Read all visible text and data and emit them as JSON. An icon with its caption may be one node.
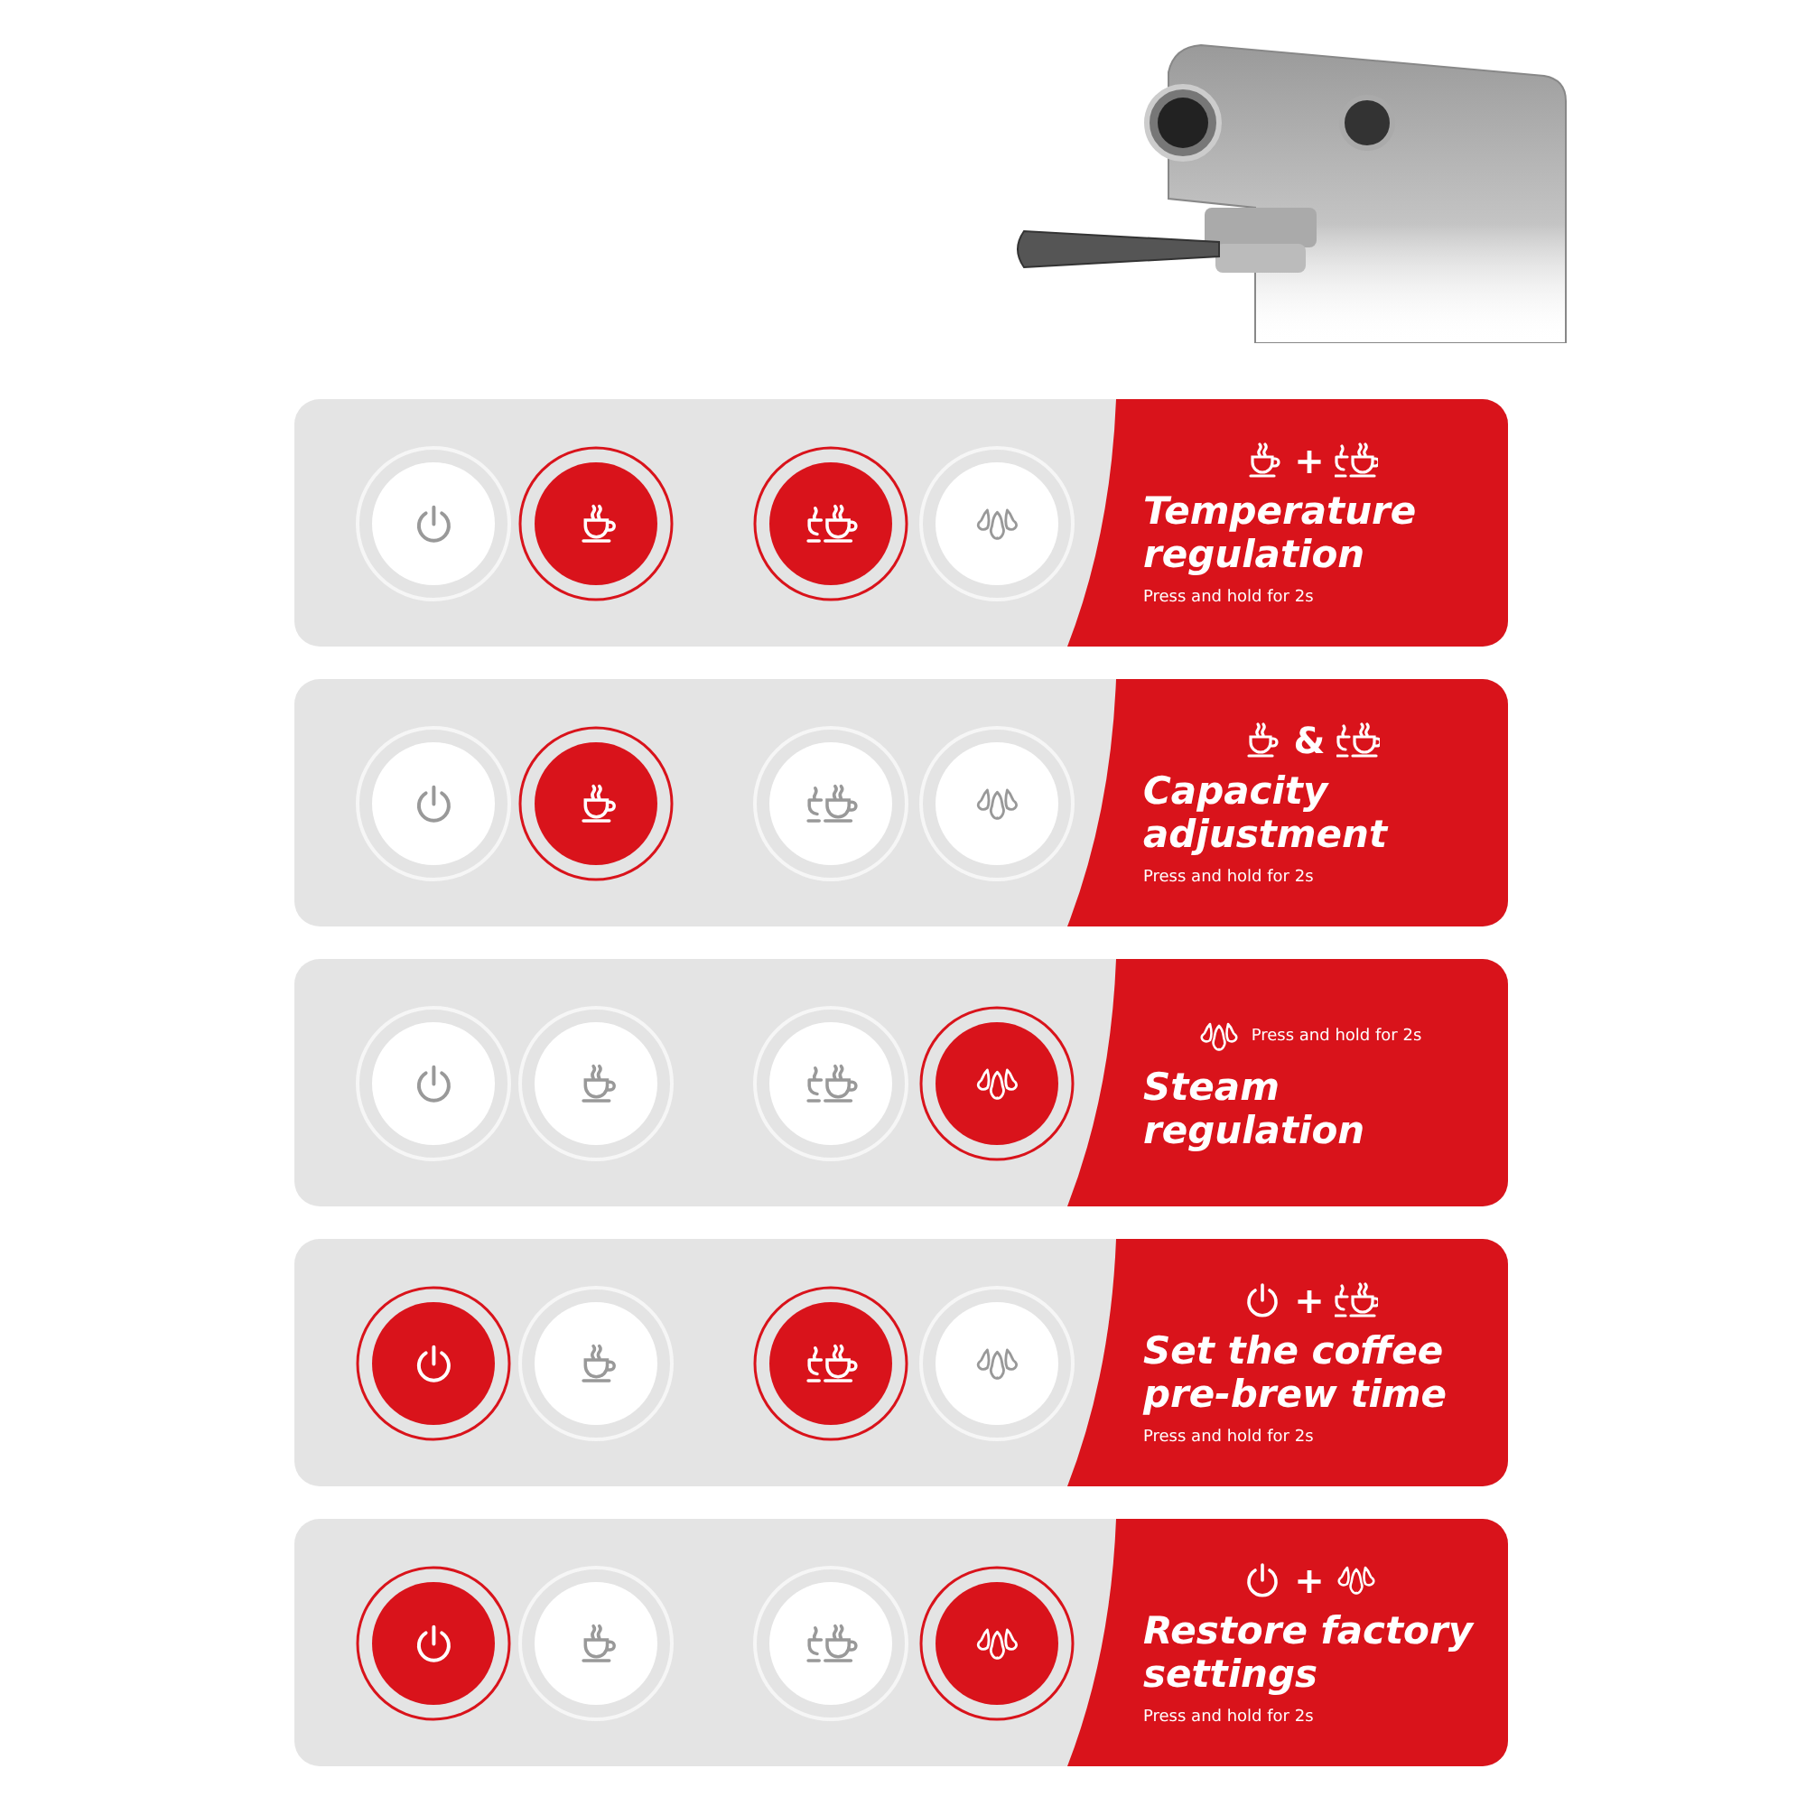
{
  "diagram": {
    "nodes": [
      {
        "text": [
          "+",
          "Temperature regulation",
          "Press and hold for 2s"
        ]
      },
      {
        "text": [
          "&",
          "Capacity adjustment",
          "Press and hold for 2s"
        ]
      },
      {
        "text": [
          "Press and hold for 2s",
          "Steam regulation"
        ]
      },
      {
        "text": [
          "+",
          "Set the coffee pre-brew time",
          "Press and hold for 2s"
        ]
      },
      {
        "text": [
          "+",
          "Restore factory settings",
          "Press and hold for 2s"
        ]
      }
    ]
  }
}
